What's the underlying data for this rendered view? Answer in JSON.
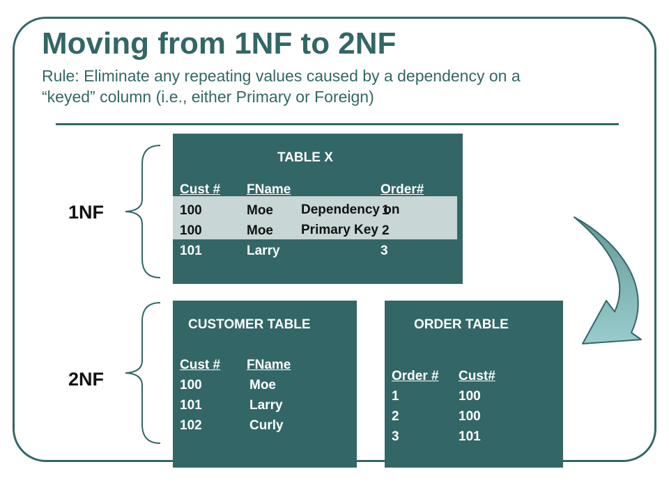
{
  "slide": {
    "title": "Moving from 1NF to 2NF",
    "rule_line1": "Rule:  Eliminate any repeating values caused by a dependency on a",
    "rule_line2": "“keyed” column (i.e., either Primary or Foreign)"
  },
  "labels": {
    "nf1": "1NF",
    "nf2": "2NF"
  },
  "table_x": {
    "title": "TABLE X",
    "headers": [
      "Cust #",
      "FName",
      "Order#"
    ],
    "rows": [
      [
        "100",
        "Moe",
        "1"
      ],
      [
        "100",
        "Moe",
        "2"
      ],
      [
        "101",
        "Larry",
        "3"
      ]
    ],
    "dependency_line1": "Dependency on",
    "dependency_line2": "Primary Key"
  },
  "customer_table": {
    "title": "CUSTOMER TABLE",
    "headers": [
      "Cust #",
      "FName"
    ],
    "rows": [
      [
        "100",
        "Moe"
      ],
      [
        "101",
        "Larry"
      ],
      [
        "102",
        "Curly"
      ]
    ]
  },
  "order_table": {
    "title": "ORDER TABLE",
    "headers": [
      "Order #",
      "Cust#"
    ],
    "rows": [
      [
        "1",
        "100"
      ],
      [
        "2",
        "100"
      ],
      [
        "3",
        "101"
      ]
    ]
  },
  "colors": {
    "teal": "#336666",
    "band": "#c8d6d6",
    "arrow": "#7fb3b3"
  }
}
